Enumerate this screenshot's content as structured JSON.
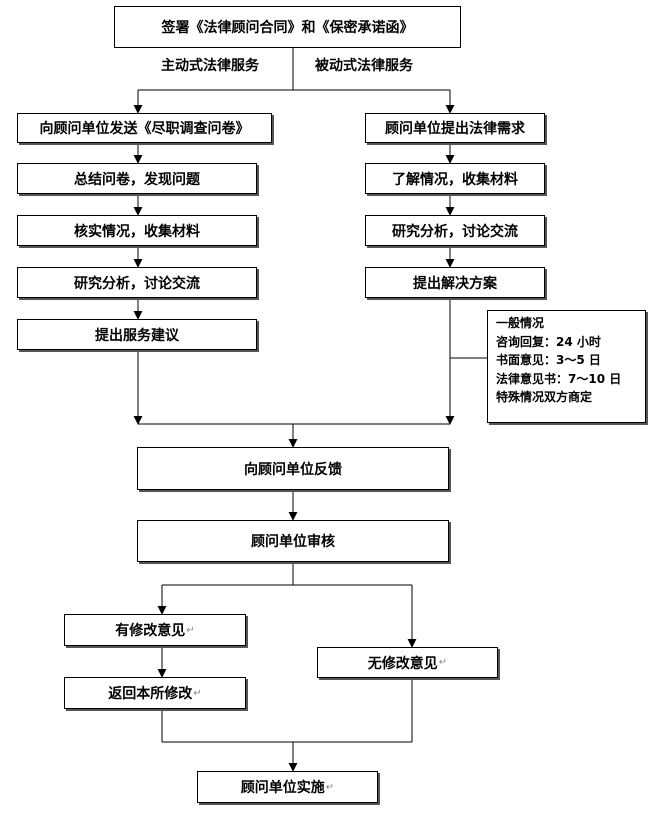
{
  "top": {
    "text": "签署《法律顾问合同》和《保密承诺函》"
  },
  "branch_labels": {
    "left": "主动式法律服务",
    "right": "被动式法律服务"
  },
  "left_column": [
    "向顾问单位发送《尽职调查问卷》",
    "总结问卷，发现问题",
    "核实情况，收集材料",
    "研究分析，讨论交流",
    "提出服务建议"
  ],
  "right_column": [
    "顾问单位提出法律需求",
    "了解情况，收集材料",
    "研究分析，讨论交流",
    "提出解决方案"
  ],
  "note": {
    "lines": [
      "一般情况",
      "咨询回复：24 小时",
      "书面意见：3～5 日",
      "法律意见书：7～10 日",
      "特殊情况双方商定"
    ]
  },
  "feedback": "向顾问单位反馈",
  "review": "顾问单位审核",
  "has_changes": "有修改意见",
  "no_changes": "无修改意见",
  "return_revise": "返回本所修改",
  "implement": "顾问单位实施",
  "return_mark": "↵"
}
